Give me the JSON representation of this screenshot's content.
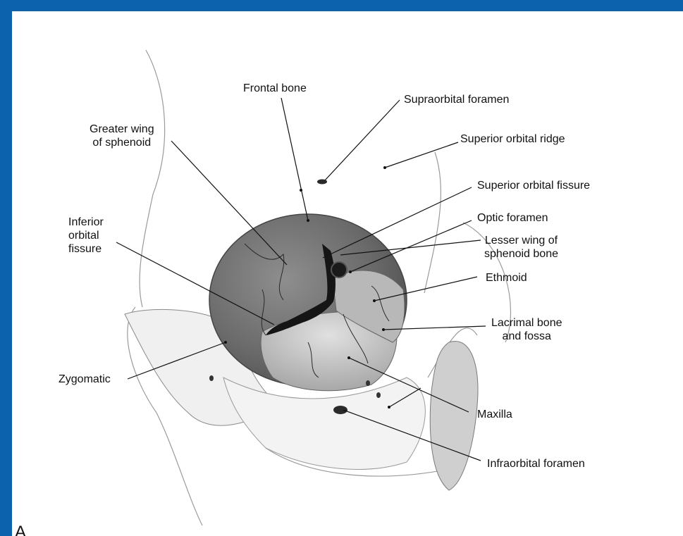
{
  "labels": {
    "frontal_bone": "Frontal bone",
    "supraorbital_foramen": "Supraorbital foramen",
    "greater_wing": [
      "Greater wing",
      "of sphenoid"
    ],
    "superior_orbital_ridge": "Superior orbital ridge",
    "superior_orbital_fissure": "Superior orbital fissure",
    "optic_foramen": "Optic foramen",
    "inferior_orbital_fissure": [
      "Inferior",
      "orbital",
      "fissure"
    ],
    "lesser_wing": [
      "Lesser wing of",
      "sphenoid bone"
    ],
    "ethmoid": "Ethmoid",
    "lacrimal": [
      "Lacrimal bone",
      "and fossa"
    ],
    "zygomatic": "Zygomatic",
    "maxilla": "Maxilla",
    "infraorbital_foramen": "Infraorbital foramen"
  },
  "panel_letter": "A",
  "colors": {
    "frame": "#0d62ad",
    "background": "#ffffff",
    "bone_shading": "#7c7c7c",
    "leader_lines": "#111111"
  }
}
